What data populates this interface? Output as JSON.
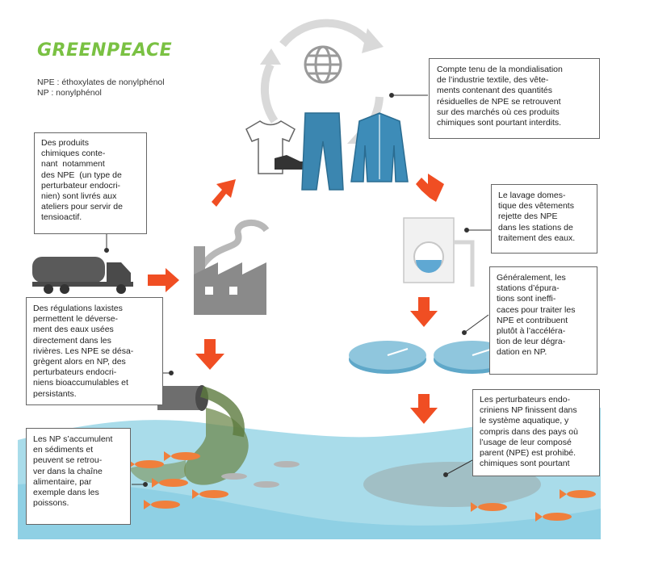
{
  "logo": {
    "text": "GREENPEACE",
    "color": "#7ac143"
  },
  "legend": {
    "line1": "NPE : éthoxylates de nonylphénol",
    "line2": "NP : nonylphénol"
  },
  "boxes": {
    "supply": "Des produits\nchimiques conte-\nnant  notamment\ndes NPE  (un type de\nperturbateur endocri-\nnien) sont livrés aux\nateliers pour servir de\ntensioactif.",
    "globalisation": "Compte tenu de la mondialisation\nde l’industrie textile, des vête-\nments contenant des quantités\nrésiduelles de NPE se retrouvent\nsur des marchés où ces produits\nchimiques sont pourtant interdits.",
    "washing": "Le lavage domes-\ntique des vêtements\nrejette des NPE\ndans les stations de\ntraitement des eaux.",
    "treatment": "Généralement, les\nstations d’épura-\ntions sont ineffi-\ncaces pour traiter les\nNPE et contribuent\nplutôt à l’accéléra-\ntion de leur dégra-\ndation en NP.",
    "regulations": "Des régulations laxistes\npermettent le déverse-\nment des eaux usées\ndirectement dans les\nrivières. Les NPE se désa-\ngrègent alors en NP, des\nperturbateurs endocri-\nniens bioaccumulables et\npersistants.",
    "accumulate": "Les NP s’accumulent\nen sédiments et\npeuvent se retrou-\nver dans la chaîne\nalimentaire, par\nexemple dans les\npoissons.",
    "aquatic": "Les perturbateurs endo-\ncriniens NP finissent dans\nle système aquatique, y\ncompris dans des pays où\nl’usage de leur composé\nparent (NPE) est prohibé.\nchimiques sont pourtant"
  },
  "colors": {
    "arrow": "#f04e23",
    "water": "#a9dcea",
    "waterDark": "#7fc3da",
    "gray": "#8a8a8a",
    "fish": "#f07f3c"
  },
  "icons": [
    "globe-icon",
    "recycle-arrows-icon",
    "tshirt-icon",
    "sneaker-icon",
    "jeans-icon",
    "jacket-icon",
    "factory-icon",
    "tanker-truck-icon",
    "washing-machine-icon",
    "treatment-basin-icon",
    "pipe-icon",
    "fish-icon"
  ]
}
